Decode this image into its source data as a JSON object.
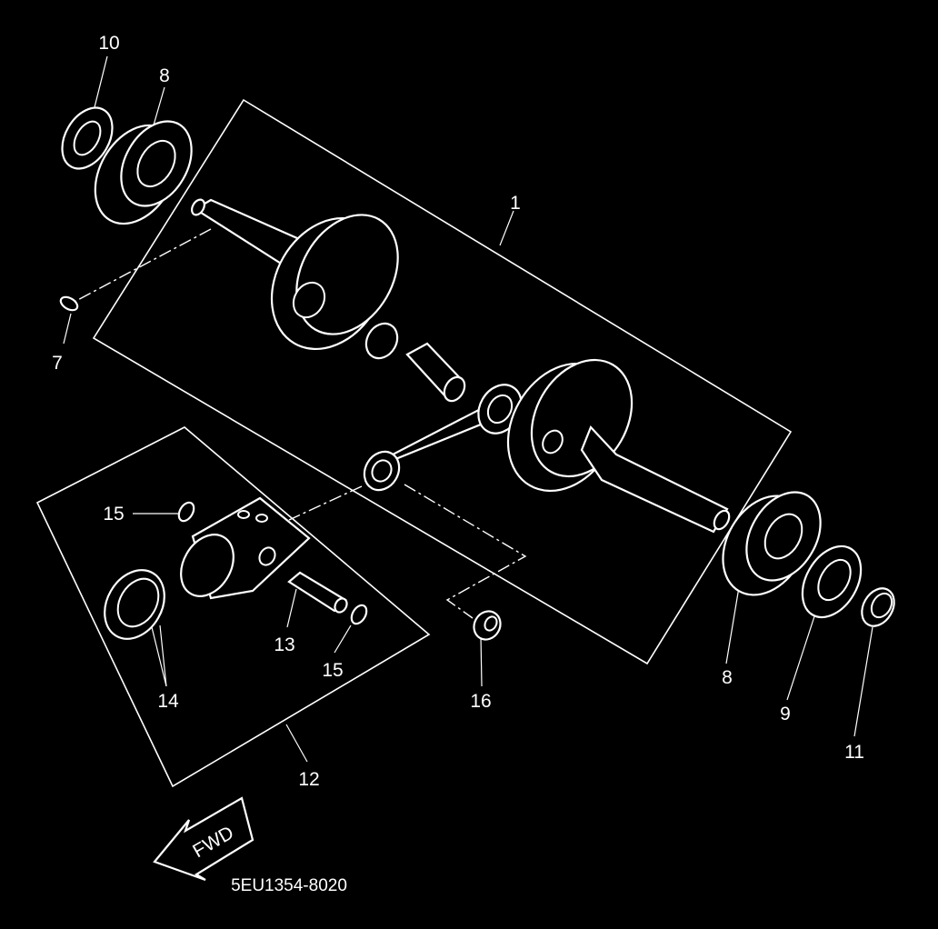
{
  "callouts": {
    "c1": "1",
    "c7": "7",
    "c8a": "8",
    "c8b": "8",
    "c9": "9",
    "c10": "10",
    "c11": "11",
    "c12": "12",
    "c13": "13",
    "c14": "14",
    "c15a": "15",
    "c15b": "15",
    "c16": "16"
  },
  "fwd_label": "FWD",
  "diagram_code": "5EU1354-8020",
  "colors": {
    "background": "#000000",
    "ink": "#ffffff"
  }
}
